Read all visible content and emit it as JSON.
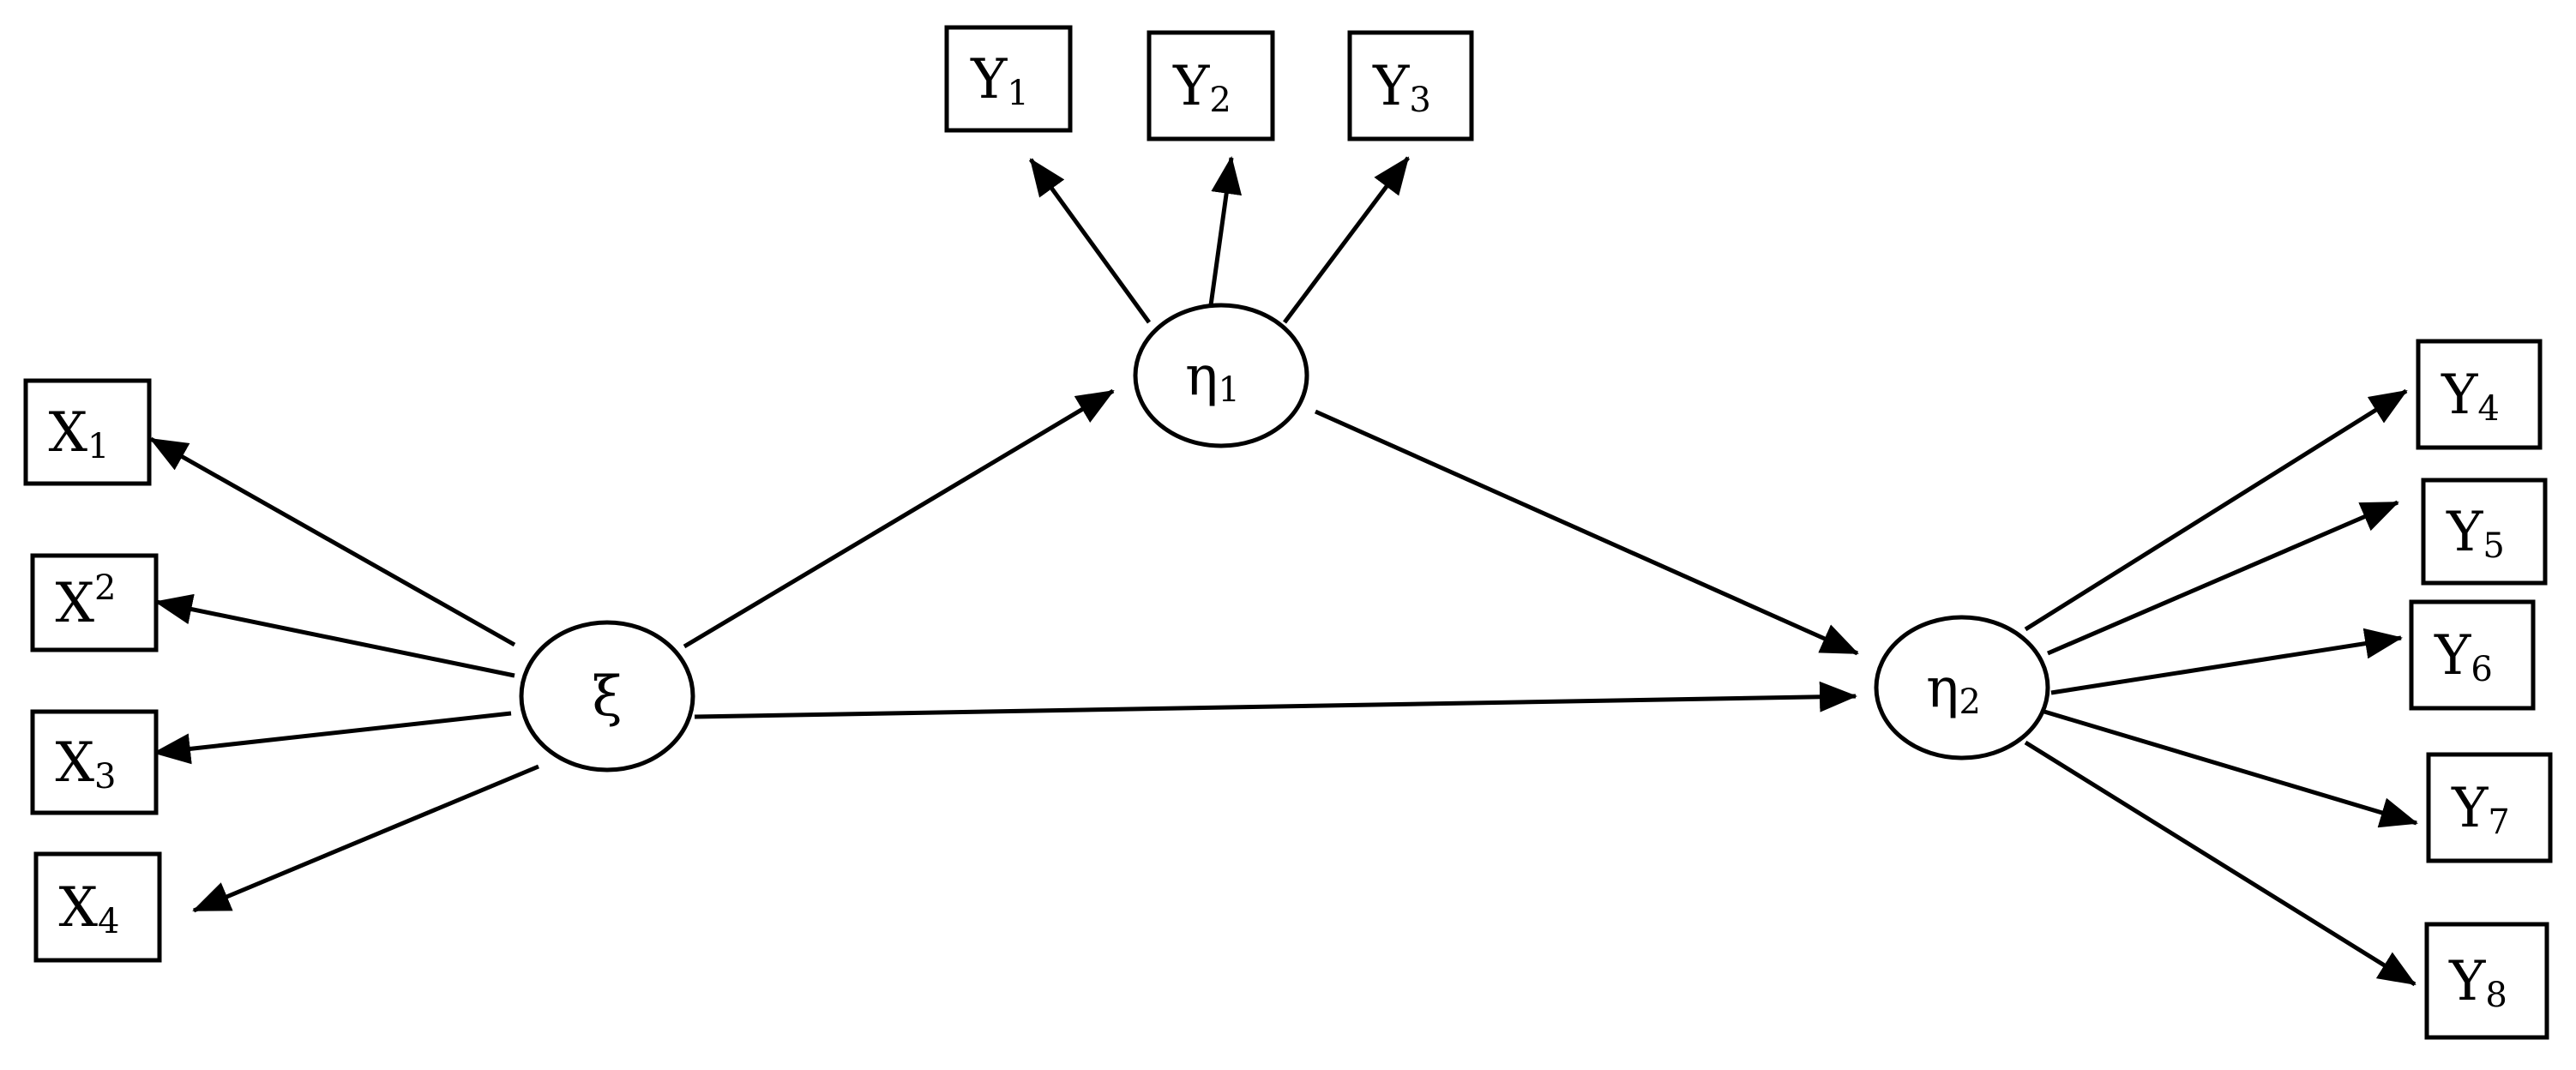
{
  "colors": {
    "stroke": "#000000",
    "fill": "#ffffff",
    "text": "#000000"
  },
  "nodes": [
    {
      "id": "xi",
      "shape": "ellipse",
      "symbol": "ξ",
      "sub": ""
    },
    {
      "id": "eta1",
      "shape": "ellipse",
      "symbol": "η",
      "sub": "1"
    },
    {
      "id": "eta2",
      "shape": "ellipse",
      "symbol": "η",
      "sub": "2"
    },
    {
      "id": "x1",
      "shape": "box",
      "symbol": "X",
      "sub": "1"
    },
    {
      "id": "x2",
      "shape": "box",
      "symbol": "X",
      "sup": "2"
    },
    {
      "id": "x3",
      "shape": "box",
      "symbol": "X",
      "sub": "3"
    },
    {
      "id": "x4",
      "shape": "box",
      "symbol": "X",
      "sub": "4"
    },
    {
      "id": "y1",
      "shape": "box",
      "symbol": "Y",
      "sub": "1"
    },
    {
      "id": "y2",
      "shape": "box",
      "symbol": "Y",
      "sub": "2"
    },
    {
      "id": "y3",
      "shape": "box",
      "symbol": "Y",
      "sub": "3"
    },
    {
      "id": "y4",
      "shape": "box",
      "symbol": "Y",
      "sub": "4"
    },
    {
      "id": "y5",
      "shape": "box",
      "symbol": "Y",
      "sub": "5"
    },
    {
      "id": "y6",
      "shape": "box",
      "symbol": "Y",
      "sub": "6"
    },
    {
      "id": "y7",
      "shape": "box",
      "symbol": "Y",
      "sub": "7"
    },
    {
      "id": "y8",
      "shape": "box",
      "symbol": "Y",
      "sub": "8"
    }
  ],
  "edges": [
    {
      "from": "xi",
      "to": "x1"
    },
    {
      "from": "xi",
      "to": "x2"
    },
    {
      "from": "xi",
      "to": "x3"
    },
    {
      "from": "xi",
      "to": "x4"
    },
    {
      "from": "xi",
      "to": "eta1"
    },
    {
      "from": "xi",
      "to": "eta2"
    },
    {
      "from": "eta1",
      "to": "eta2"
    },
    {
      "from": "eta1",
      "to": "y1"
    },
    {
      "from": "eta1",
      "to": "y2"
    },
    {
      "from": "eta1",
      "to": "y3"
    },
    {
      "from": "eta2",
      "to": "y4"
    },
    {
      "from": "eta2",
      "to": "y5"
    },
    {
      "from": "eta2",
      "to": "y6"
    },
    {
      "from": "eta2",
      "to": "y7"
    },
    {
      "from": "eta2",
      "to": "y8"
    }
  ]
}
